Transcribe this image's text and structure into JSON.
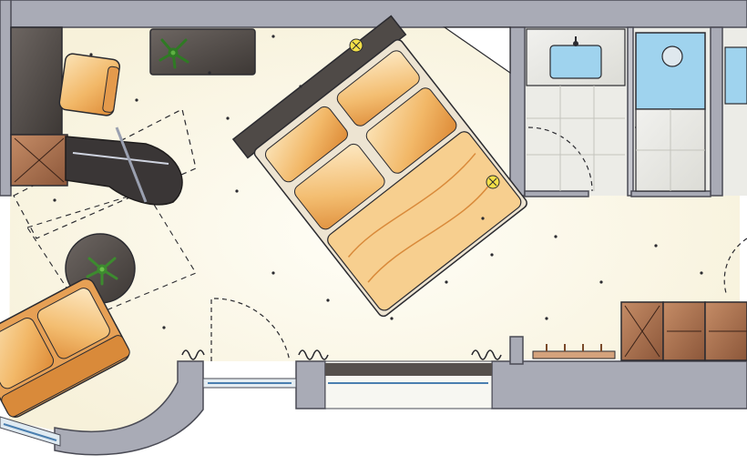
{
  "plan": {
    "colors": {
      "wall": "#a9abb6",
      "wall_edge": "#4a4b55",
      "floor": "#faf6e6",
      "floor_glow": "#fffdf3",
      "ink": "#2b2b30",
      "upholstery": "#f2b868",
      "upholstery_dark": "#d98a3a",
      "wood": "#a8714f",
      "dark_furniture": "#4f4a47",
      "plant": "#3d8a2f",
      "water": "#9fd3ee",
      "lamp": "#f4e048",
      "glass": "#cfe3ee"
    },
    "rooms": [
      {
        "name": "bedroom-living-area"
      },
      {
        "name": "bathroom-sink"
      },
      {
        "name": "bathroom-shower"
      },
      {
        "name": "corridor"
      }
    ],
    "furniture": [
      {
        "name": "double-bed",
        "pillows": 4
      },
      {
        "name": "sofa",
        "seats": 2
      },
      {
        "name": "armchair"
      },
      {
        "name": "desk"
      },
      {
        "name": "round-side-table",
        "has_plant": true
      },
      {
        "name": "sideboard",
        "has_plant": true
      },
      {
        "name": "wardrobe",
        "units": 3
      },
      {
        "name": "coat-rack",
        "hooks": 4
      },
      {
        "name": "wash-basin"
      },
      {
        "name": "shower"
      }
    ],
    "openings": {
      "doors": 5,
      "windows": 3,
      "radiators": 3,
      "wall_lamps": 2
    }
  }
}
